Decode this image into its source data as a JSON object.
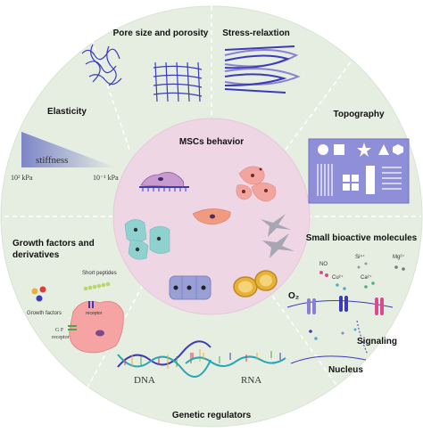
{
  "center": {
    "title": "MSCs behavior"
  },
  "sectors": {
    "pore": "Pore size and porosity",
    "stress": "Stress-relaxtion",
    "elasticity": "Elasticity",
    "topography": "Topography",
    "growth_line1": "Growth factors and",
    "growth_line2": "derivatives",
    "small_molecules": "Small bioactive molecules",
    "genetic": "Genetic regulators"
  },
  "elasticity": {
    "stiffness": "stiffness",
    "left_tick": "10² kPa",
    "right_tick": "10⁻¹ kPa"
  },
  "growth": {
    "short_peptides": "Short peptides",
    "growth_factors": "Growth factors",
    "receptor": "receptor",
    "gf_receptor_line1": "G F",
    "gf_receptor_line2": "receptor"
  },
  "small": {
    "no": "NO",
    "si": "Si⁴⁺",
    "mg": "Mg²⁺",
    "cu": "Cu²⁺",
    "ca": "Ca²⁺",
    "o2": "O₂",
    "signaling": "Signaling",
    "nucleus": "Nucleus"
  },
  "genetic": {
    "dna": "DNA",
    "rna": "RNA"
  },
  "colors": {
    "outer_ring": "#e7efe3",
    "center": "#f0d6e6",
    "dashed": "#ffffff",
    "accent_blue": "#3b3bb8",
    "accent_purple": "#8a7fd0"
  }
}
